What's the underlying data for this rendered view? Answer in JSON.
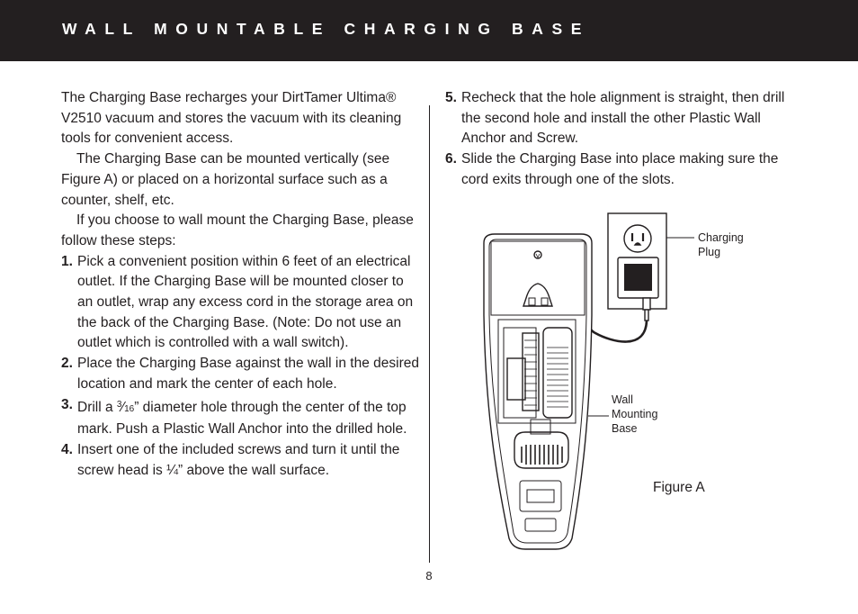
{
  "header": {
    "title": "WALL MOUNTABLE CHARGING BASE"
  },
  "left_column": {
    "paragraphs": [
      "The Charging Base recharges your DirtTamer Ultima® V2510 vacuum and stores the vacuum with its cleaning tools for convenient access.",
      "The Charging Base can be mounted vertically (see Figure A) or placed on a horizontal surface such as a counter, shelf, etc.",
      "If you choose to wall mount the Charging Base, please follow these steps:"
    ],
    "steps": [
      {
        "num": "1.",
        "text": "Pick a convenient position within 6 feet of an electrical outlet. If the Charging Base will be mounted closer to an outlet, wrap any excess cord in the storage area on the back of the Charging Base. (Note: Do not use an outlet which is controlled with a wall switch)."
      },
      {
        "num": "2.",
        "text": "Place the Charging Base against the wall in the desired location and mark the center of each hole."
      },
      {
        "num": "3.",
        "pre": "Drill a ",
        "frac_num": "3",
        "frac_den": "16",
        "post": "” diameter hole through the center of the top mark. Push a Plastic Wall Anchor into the drilled hole."
      },
      {
        "num": "4.",
        "text": "Insert one of the included screws and turn it until the screw head is ¼” above the wall surface."
      }
    ]
  },
  "right_column": {
    "steps": [
      {
        "num": "5.",
        "text": "Recheck that the hole alignment is straight, then drill the second hole and install the other Plastic Wall Anchor and Screw."
      },
      {
        "num": "6.",
        "text": "Slide the Charging Base into place making sure the cord exits through one of the slots."
      }
    ]
  },
  "figure": {
    "callout_plug": "Charging\nPlug",
    "callout_base": "Wall\nMounting\nBase",
    "caption": "Figure A"
  },
  "page_number": "8"
}
